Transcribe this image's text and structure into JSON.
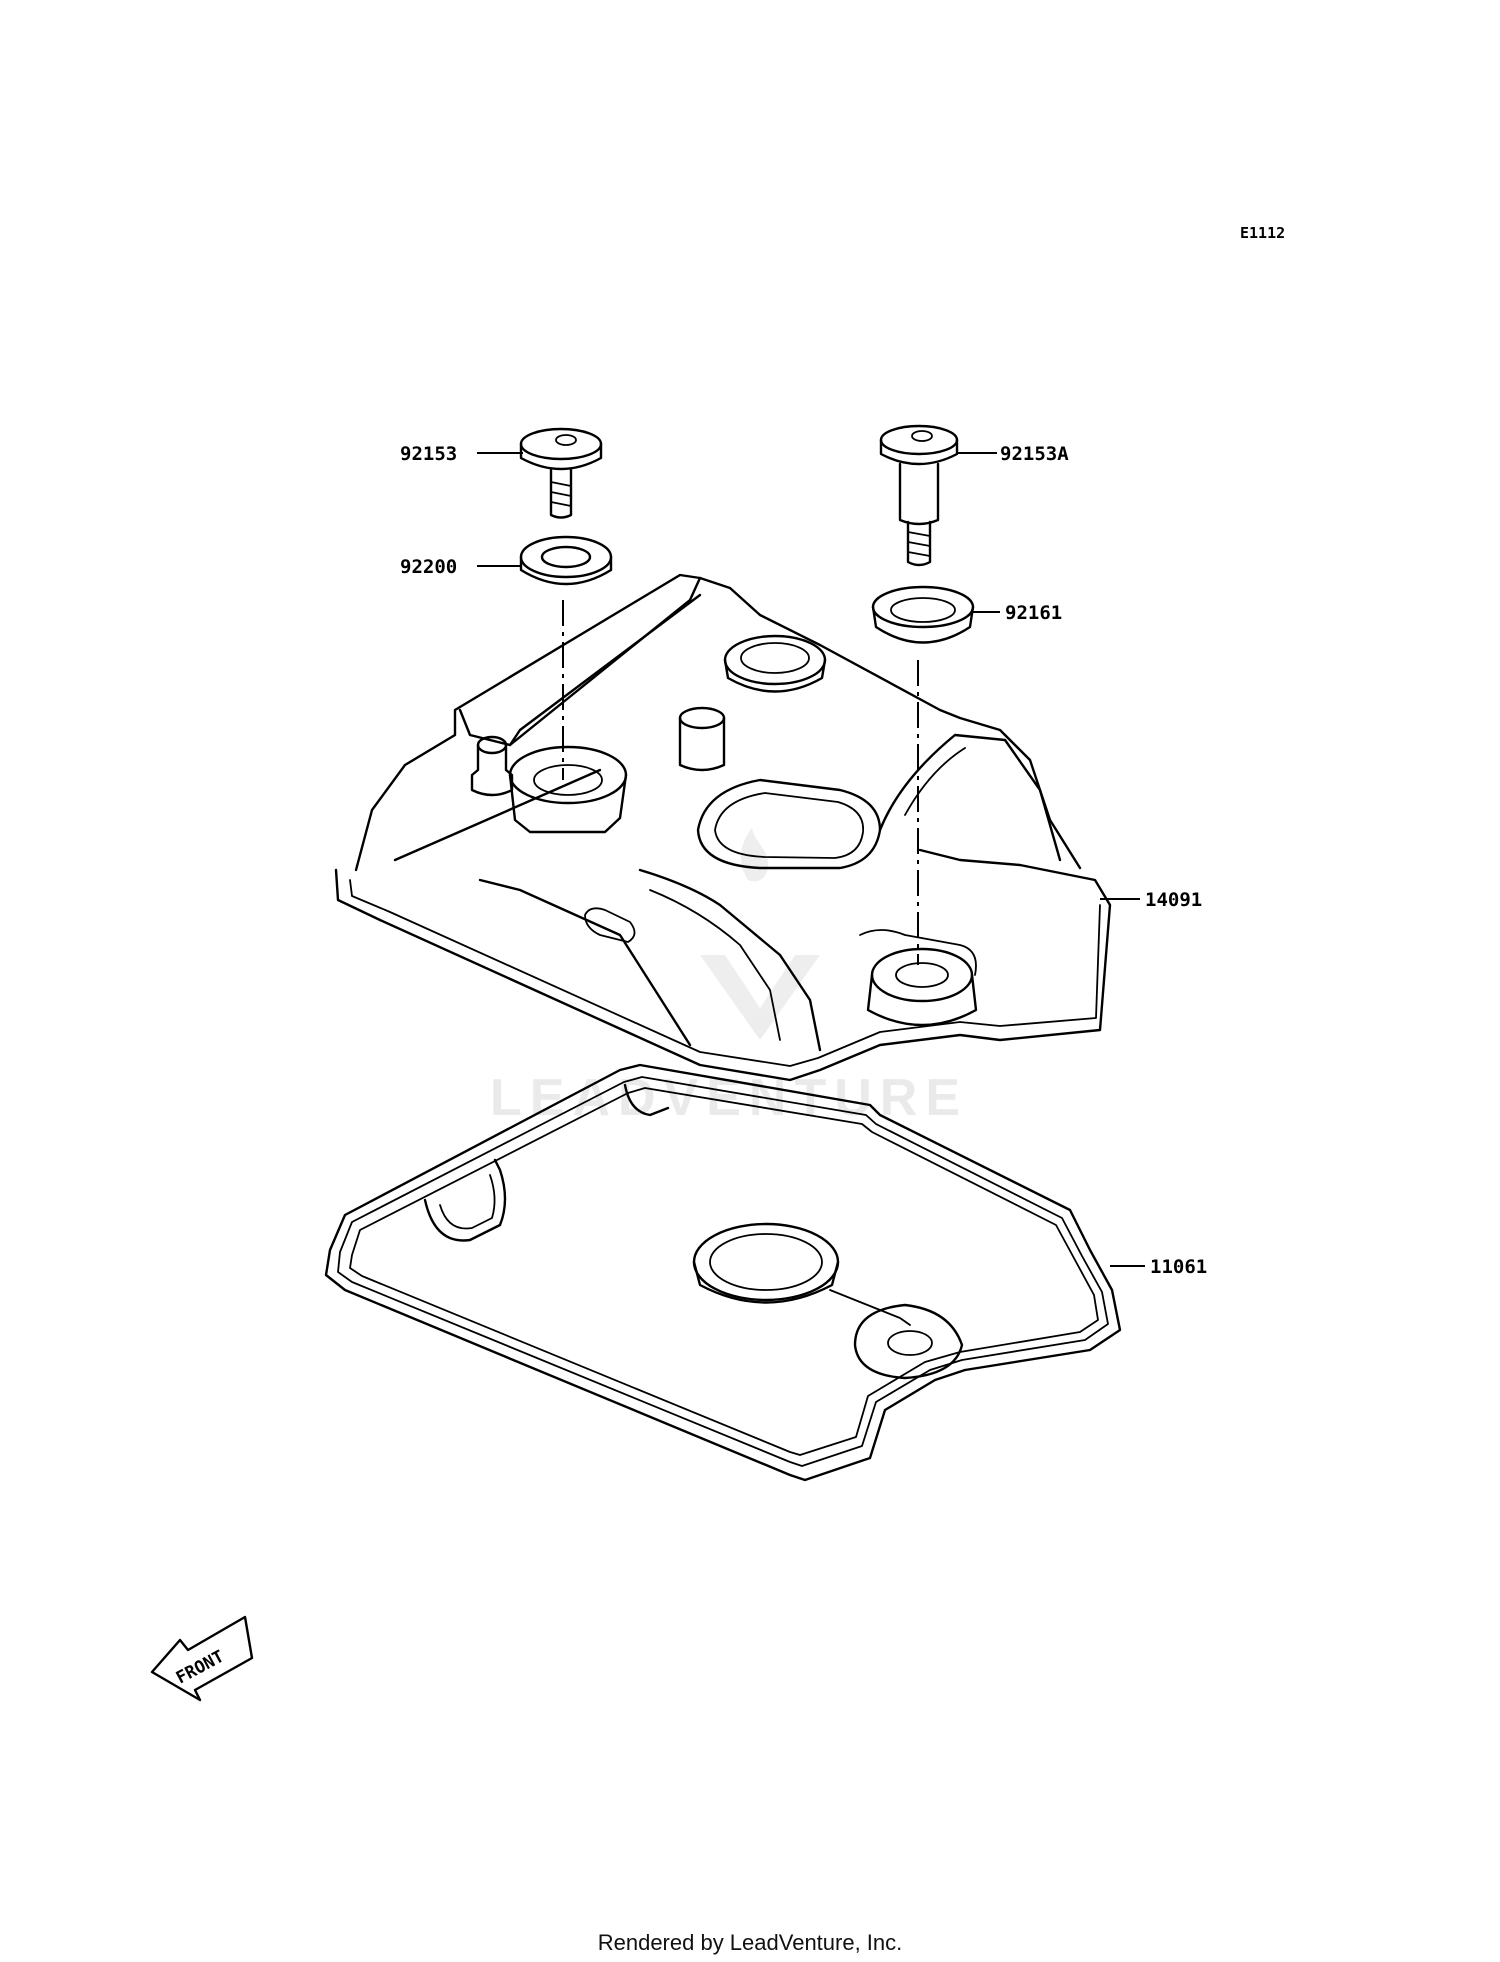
{
  "figure_code": "E1112",
  "callouts": {
    "bolt_left": "92153",
    "bolt_right": "92153A",
    "washer": "92200",
    "grommet": "92161",
    "cover": "14091",
    "gasket": "11061"
  },
  "front_label": "FRONT",
  "watermark_text": "LEADVENTURE",
  "footer": "Rendered by LeadVenture, Inc."
}
